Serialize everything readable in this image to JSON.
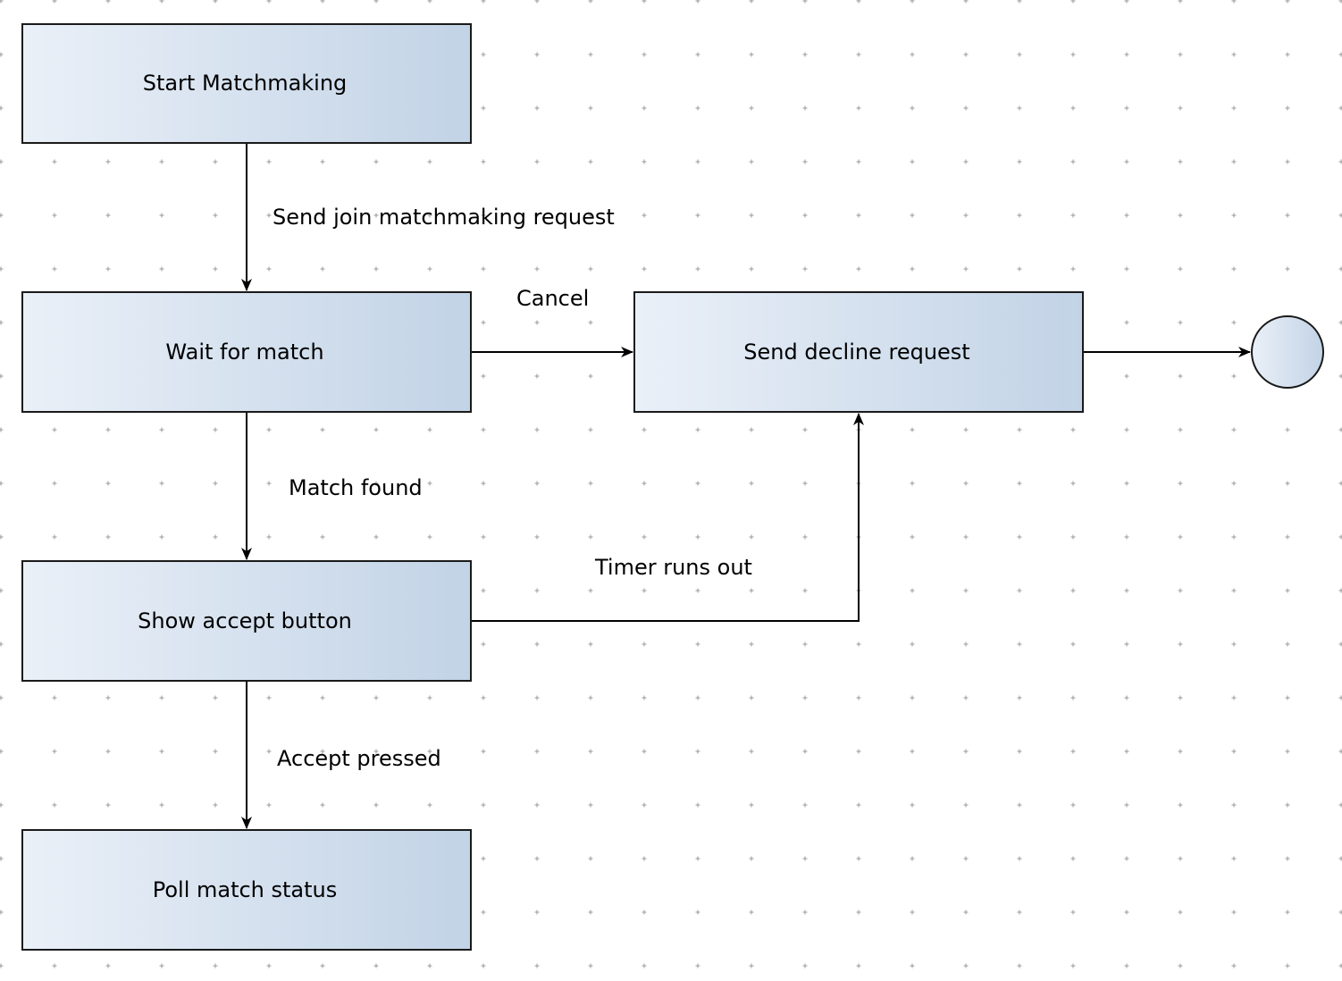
{
  "diagram": {
    "nodes": {
      "start": {
        "label": "Start Matchmaking"
      },
      "wait": {
        "label": "Wait for match"
      },
      "decline": {
        "label": "Send decline request"
      },
      "accept": {
        "label": "Show accept button"
      },
      "poll": {
        "label": "Poll match status"
      },
      "end": {
        "label": ""
      }
    },
    "edges": {
      "start_to_wait": {
        "label": "Send join matchmaking request"
      },
      "wait_to_decline": {
        "label": "Cancel"
      },
      "wait_to_accept": {
        "label": "Match found"
      },
      "accept_to_decline": {
        "label": "Timer runs out"
      },
      "accept_to_poll": {
        "label": "Accept pressed"
      },
      "decline_to_end": {
        "label": ""
      }
    }
  },
  "colors": {
    "box_fill_start": "#eaf0f8",
    "box_fill_end": "#c2d3e6",
    "stroke": "#1a1a1a",
    "grid_dot": "#9a9a9a",
    "background": "#ffffff"
  }
}
